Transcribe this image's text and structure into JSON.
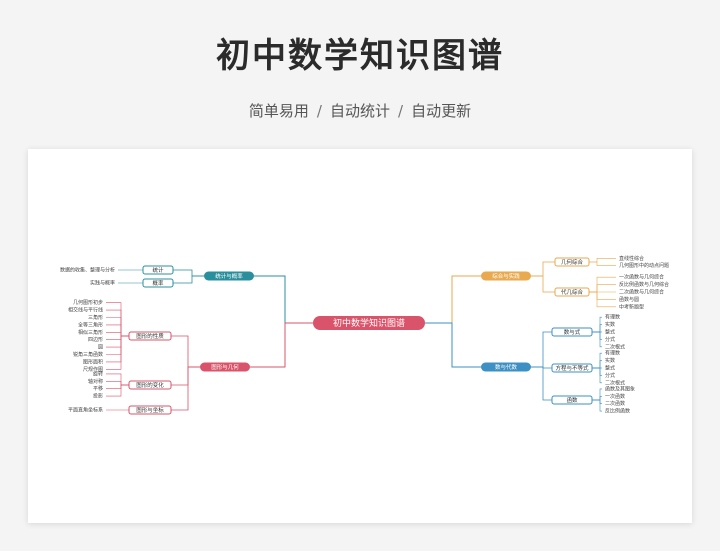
{
  "header": {
    "title": "初中数学知识图谱",
    "subtitle_items": [
      "简单易用",
      "自动统计",
      "自动更新"
    ],
    "separator": "/"
  },
  "mindmap": {
    "root": "初中数学知识图谱",
    "colors": {
      "root": "#d9546a",
      "teal": "#2a8f9c",
      "red": "#d9546a",
      "orange": "#e8a94f",
      "blue": "#3d8fc4"
    },
    "branches": {
      "stats": {
        "label": "统计与概率",
        "children": [
          {
            "label": "统计",
            "leaves": [
              "数据的收集、整理与分析"
            ]
          },
          {
            "label": "概率",
            "leaves": [
              "实践与概率"
            ]
          }
        ]
      },
      "geometry": {
        "label": "图形与几何",
        "children": [
          {
            "label": "图形的性质",
            "leaves": [
              "几何图形初步",
              "相交线与平行线",
              "三角形",
              "全等三角形",
              "相似三角形",
              "四边形",
              "圆",
              "锐角三角函数",
              "图形面积",
              "尺规作图"
            ]
          },
          {
            "label": "图形的变化",
            "leaves": [
              "旋转",
              "轴对称",
              "平移",
              "投影"
            ]
          },
          {
            "label": "图形与坐标",
            "leaves": [
              "平面直角坐标系"
            ]
          }
        ]
      },
      "integrated": {
        "label": "综合与实践",
        "children": [
          {
            "label": "几何综合",
            "leaves": [
              "直线性综合",
              "几何图形中的动点问题"
            ]
          },
          {
            "label": "代几综合",
            "leaves": [
              "一次函数与几何综合",
              "反比例函数与几何综合",
              "二次函数与几何综合",
              "函数与圆",
              "中考新题型"
            ]
          }
        ]
      },
      "algebra": {
        "label": "数与代数",
        "children": [
          {
            "label": "数与式",
            "leaves": [
              "有理数",
              "实数",
              "整式",
              "分式",
              "二次根式"
            ]
          },
          {
            "label": "方程与不等式",
            "leaves": [
              "有理数",
              "实数",
              "整式",
              "分式",
              "二次根式"
            ]
          },
          {
            "label": "函数",
            "leaves": [
              "函数及其图象",
              "一次函数",
              "二次函数",
              "反比例函数"
            ]
          }
        ]
      }
    }
  }
}
